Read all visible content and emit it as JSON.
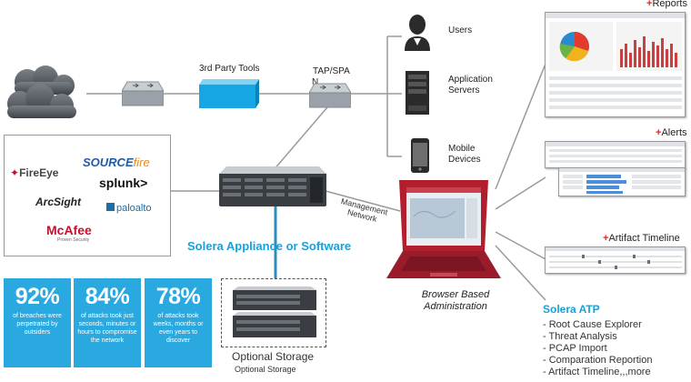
{
  "labels": {
    "third_party_tools": "3rd Party Tools",
    "tap_spa": "TAP/SPA",
    "tap_spa_n": "N",
    "users": "Users",
    "app_servers": "Application Servers",
    "mobile_devices": "Mobile Devices",
    "management_network_line1": "Management",
    "management_network_line2": "Network",
    "appliance": "Solera Appliance or Software",
    "browser_admin_line1": "Browser Based",
    "browser_admin_line2": "Administration",
    "optional_storage": "Optional Storage",
    "optional_storage_small": "Optional Storage"
  },
  "partners": {
    "fireeye": "FireEye",
    "sourcefire_a": "SOURCE",
    "sourcefire_b": "fire",
    "splunk": "splunk>",
    "arcsight": "ArcSight",
    "paloalto": "paloalto",
    "mcafee": "McAfee",
    "mcafee_tag": "Proven Security"
  },
  "stats": [
    {
      "value": "92%",
      "text": "of breaches were perpetrated by outsiders"
    },
    {
      "value": "84%",
      "text": "of attacks took just seconds, minutes or hours to compromise the network"
    },
    {
      "value": "78%",
      "text": "of attacks took weeks, months or even years to discover"
    }
  ],
  "outputs": {
    "plus": "+",
    "reports": "Reports",
    "alerts": "Alerts",
    "artifact_timeline": "Artifact Timeline"
  },
  "atp": {
    "title": "Solera ATP",
    "items": [
      "- Root Cause Explorer",
      "- Threat Analysis",
      "- PCAP Import",
      "- Comparation Reportion",
      "- Artifact Timeline,,,more"
    ]
  },
  "colors": {
    "accent_blue": "#29a9e0",
    "plus_red": "#e52321",
    "laptop_red": "#b31e2f"
  }
}
